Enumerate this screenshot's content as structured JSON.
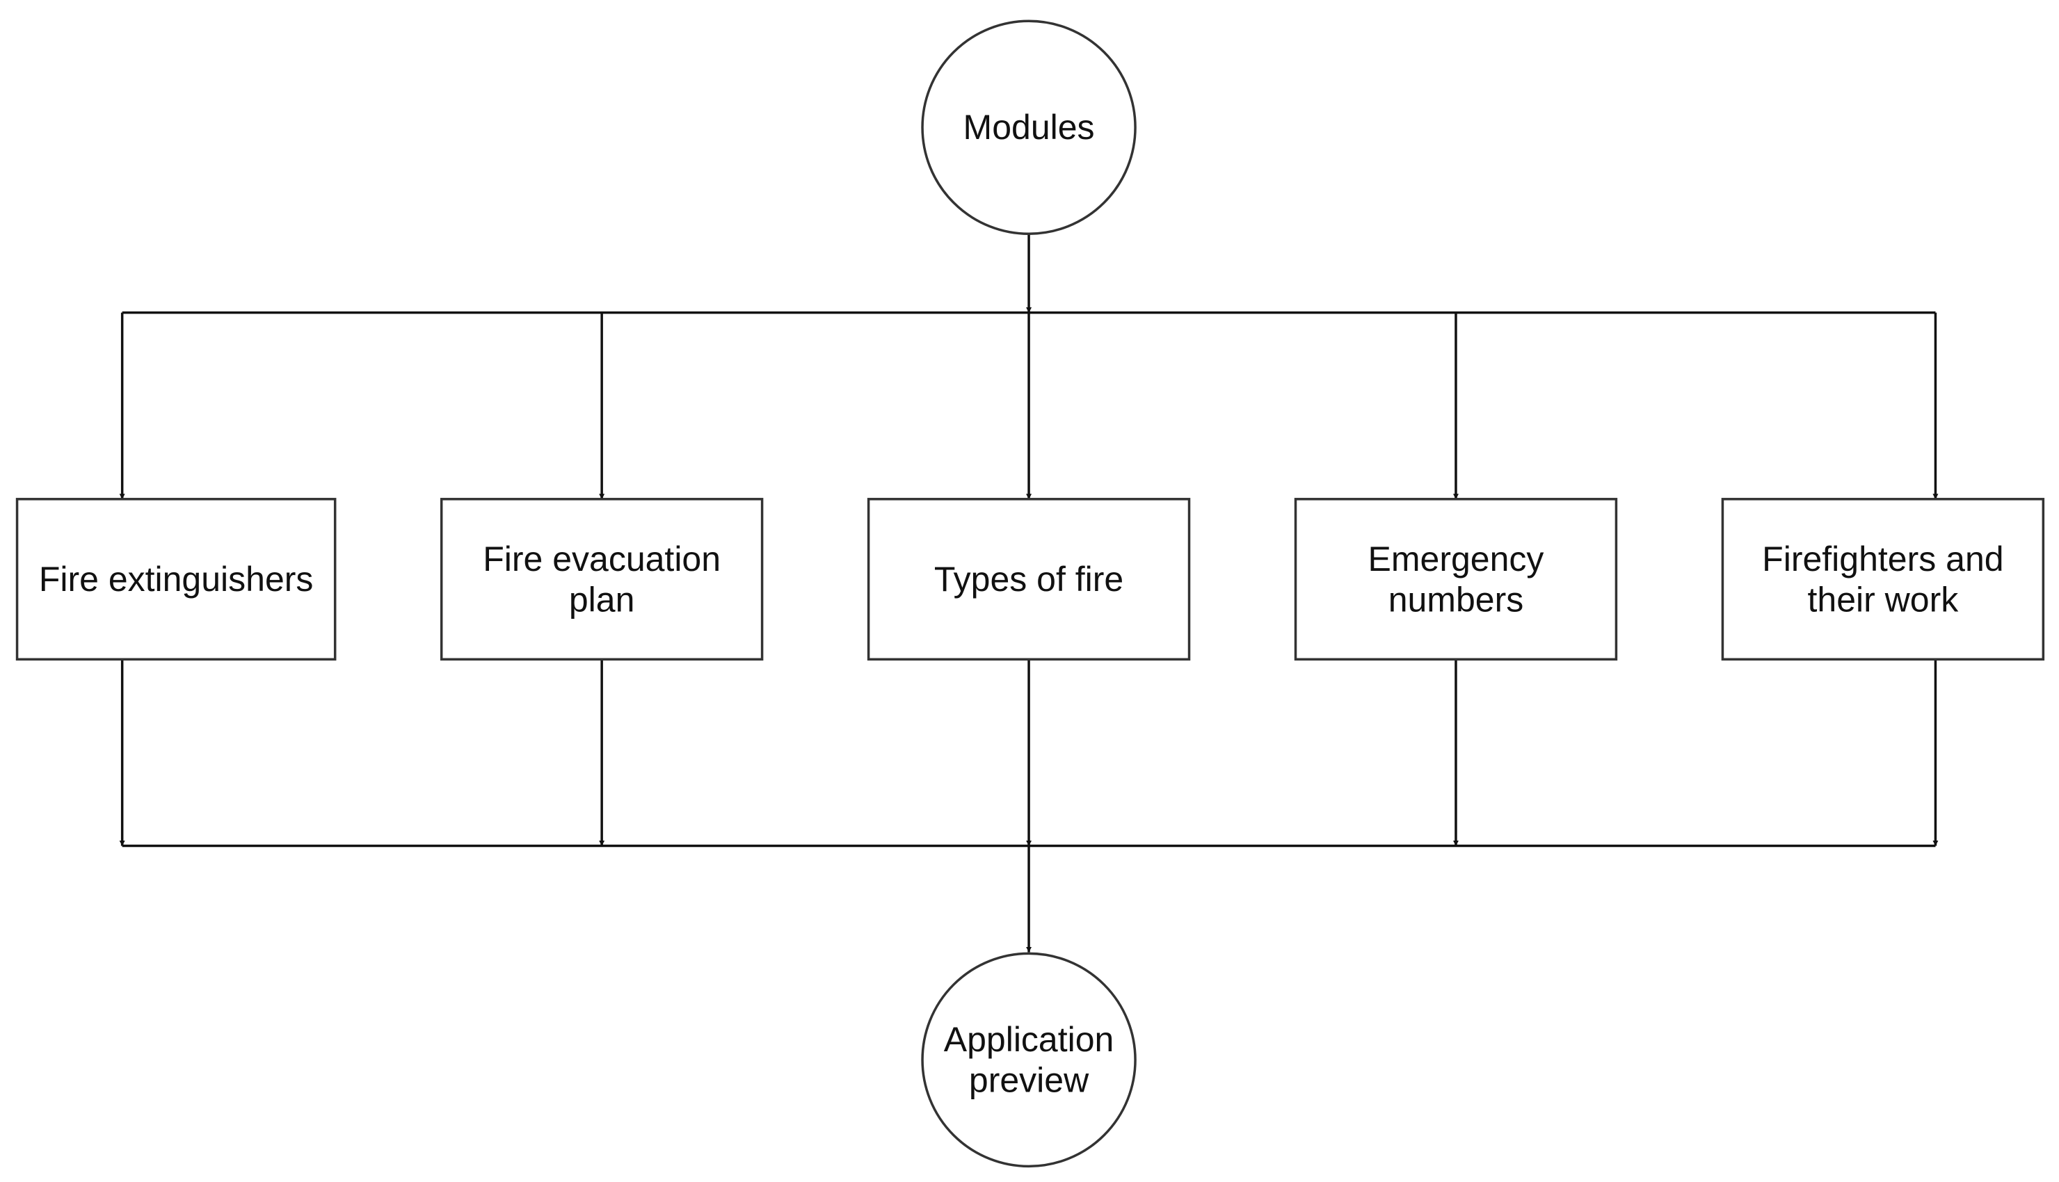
{
  "diagram": {
    "top": {
      "lines": [
        "Modules"
      ]
    },
    "modules": [
      {
        "lines": [
          "Fire extinguishers"
        ]
      },
      {
        "lines": [
          "Fire evacuation",
          "plan"
        ]
      },
      {
        "lines": [
          "Types of fire"
        ]
      },
      {
        "lines": [
          "Emergency",
          "numbers"
        ]
      },
      {
        "lines": [
          "Firefighters and",
          "their work"
        ]
      }
    ],
    "bottom": {
      "lines": [
        "Application",
        "preview"
      ]
    }
  }
}
